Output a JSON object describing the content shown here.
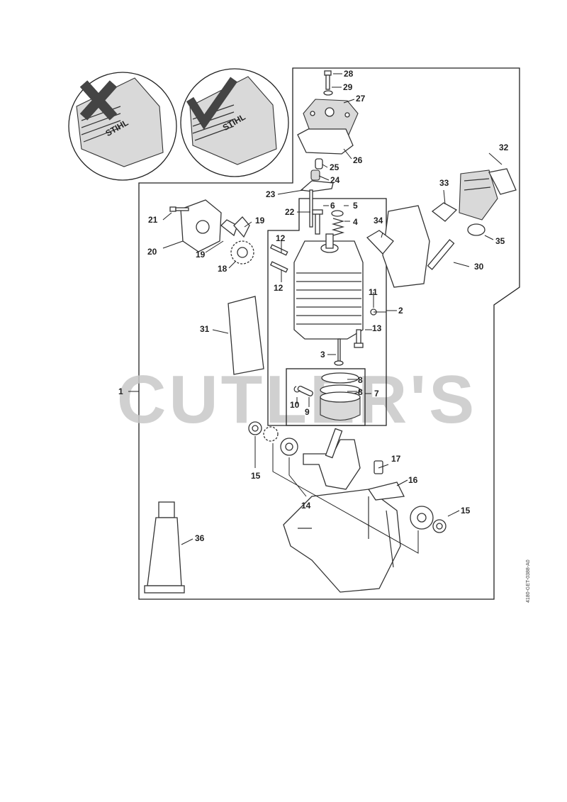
{
  "watermark": "CUTLER'S",
  "doc_code": "4180-GET-0388-A0",
  "brand_left": "STIHL",
  "brand_right": "STIHL",
  "icons": {
    "wrong": "cross-mark-icon",
    "right": "check-mark-icon"
  },
  "labels": {
    "p1": "1",
    "p2": "2",
    "p3": "3",
    "p4": "4",
    "p5": "5",
    "p6": "6",
    "p7": "7",
    "p8a": "8",
    "p8b": "8",
    "p9": "9",
    "p10": "10",
    "p11": "11",
    "p12a": "12",
    "p12b": "12",
    "p13": "13",
    "p14": "14",
    "p15a": "15",
    "p15b": "15",
    "p16": "16",
    "p17": "17",
    "p18": "18",
    "p19a": "19",
    "p19b": "19",
    "p20": "20",
    "p21": "21",
    "p22": "22",
    "p23": "23",
    "p24": "24",
    "p25": "25",
    "p26": "26",
    "p27": "27",
    "p28": "28",
    "p29": "29",
    "p30": "30",
    "p31": "31",
    "p32": "32",
    "p33": "33",
    "p34": "34",
    "p35": "35",
    "p36": "36"
  }
}
